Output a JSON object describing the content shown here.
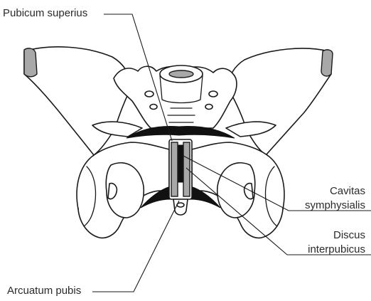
{
  "labels": {
    "pubicum_superius": "Pubicum superius",
    "cavitas_line1": "Cavitas",
    "cavitas_line2": "symphysialis",
    "discus_line1": "Discus",
    "discus_line2": "interpubicus",
    "arcuatum_pubis": "Arcuatum pubis"
  },
  "colors": {
    "line": "#1a1a1a",
    "cartilage": "#a8a8a8",
    "ligament": "#111111",
    "text": "#2a2a2a"
  }
}
